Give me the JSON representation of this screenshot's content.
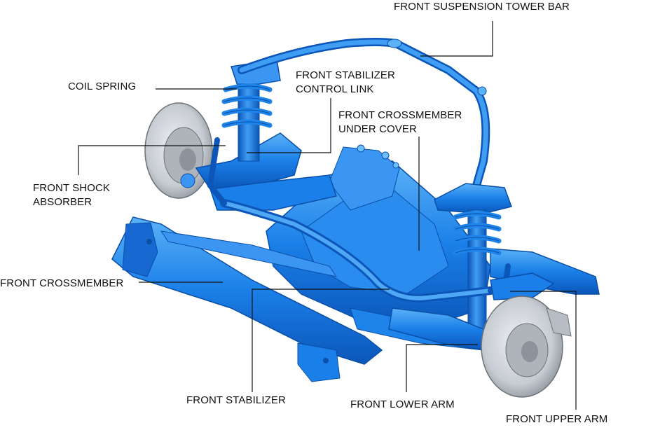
{
  "diagram": {
    "colors": {
      "part_fill": "#1a7fe8",
      "part_dark": "#0b56b8",
      "part_light": "#4fa8f5",
      "part_highlight": "#8fd0ff",
      "disc": "#cfd3d8",
      "disc_dark": "#9aa1a8",
      "leader": "#111111"
    },
    "labels": {
      "tower_bar": "FRONT SUSPENSION TOWER BAR",
      "coil_spring": "COIL SPRING",
      "stabilizer_link": [
        "FRONT STABILIZER",
        "CONTROL LINK"
      ],
      "crossmember_cover": [
        "FRONT CROSSMEMBER",
        "UNDER COVER"
      ],
      "shock_absorber": [
        "FRONT SHOCK",
        "ABSORBER"
      ],
      "crossmember": "FRONT CROSSMEMBER",
      "stabilizer": "FRONT STABILIZER",
      "lower_arm": "FRONT LOWER ARM",
      "upper_arm": "FRONT UPPER ARM"
    }
  }
}
